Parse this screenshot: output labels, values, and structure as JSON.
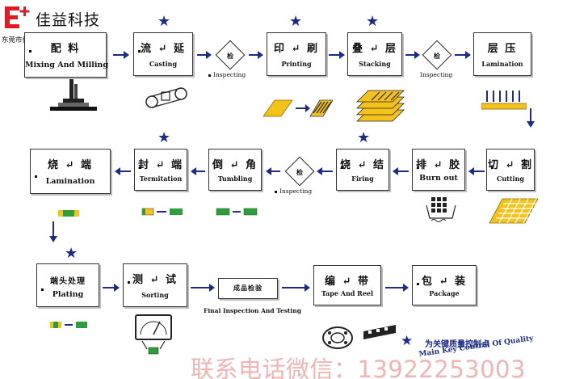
{
  "logo": {
    "mark": "E+",
    "name": "佳益科技",
    "subtitle": "东莞市佳益电子科技有限公司"
  },
  "steps": [
    {
      "id": "mixing",
      "cn": "配  料",
      "en": "Mixing And Milling"
    },
    {
      "id": "casting",
      "cn": "流 ↵ 延",
      "en": "Casting"
    },
    {
      "id": "printing",
      "cn": "印 ↵ 刷",
      "en": "Printing"
    },
    {
      "id": "stacking",
      "cn": "叠 ↵ 层",
      "en": "Stacking"
    },
    {
      "id": "lamination1",
      "cn": "层  压",
      "en": "Lamination"
    },
    {
      "id": "cutting",
      "cn": "切 ↵ 割",
      "en": "Cutting"
    },
    {
      "id": "burnout",
      "cn": "排 ↵ 胶",
      "en": "Burn out"
    },
    {
      "id": "firing",
      "cn": "烧 ↵ 结",
      "en": "Firing"
    },
    {
      "id": "tumbling",
      "cn": "倒 ↵ 角",
      "en": "Tumbling"
    },
    {
      "id": "termination",
      "cn": "封 ↵ 端",
      "en": "Termitation"
    },
    {
      "id": "lamination2",
      "cn": "烧 ↵ 端",
      "en": "Lamination"
    },
    {
      "id": "plating",
      "cn": "端头处理",
      "en": "Plating"
    },
    {
      "id": "sorting",
      "cn": "测 ↵ 试",
      "en": "Sorting"
    },
    {
      "id": "final",
      "cn": "成品检验",
      "en": "Final Inspection And Testing"
    },
    {
      "id": "tape",
      "cn": "编 ↵ 带",
      "en": "Tape And Reel"
    },
    {
      "id": "package",
      "cn": "包 ↵ 装",
      "en": "Package"
    }
  ],
  "inspections": [
    {
      "id": "insp1",
      "mark": "检",
      "label": "Inspecting"
    },
    {
      "id": "insp2",
      "mark": "检",
      "label": "Inspecting"
    },
    {
      "id": "insp3",
      "mark": "检",
      "label": "Inspecting"
    }
  ],
  "legend": {
    "text": "为关键质量控制点",
    "en": "Main Key Control Of Quality",
    "icon": "star-icon"
  },
  "contact": "联系电话微信：13922253003",
  "colors": {
    "accent": "#1e2a8a",
    "chip_yellow": "#f4c21a",
    "chip_green": "#2f9d3b",
    "watermark": "#f1b3b3"
  }
}
